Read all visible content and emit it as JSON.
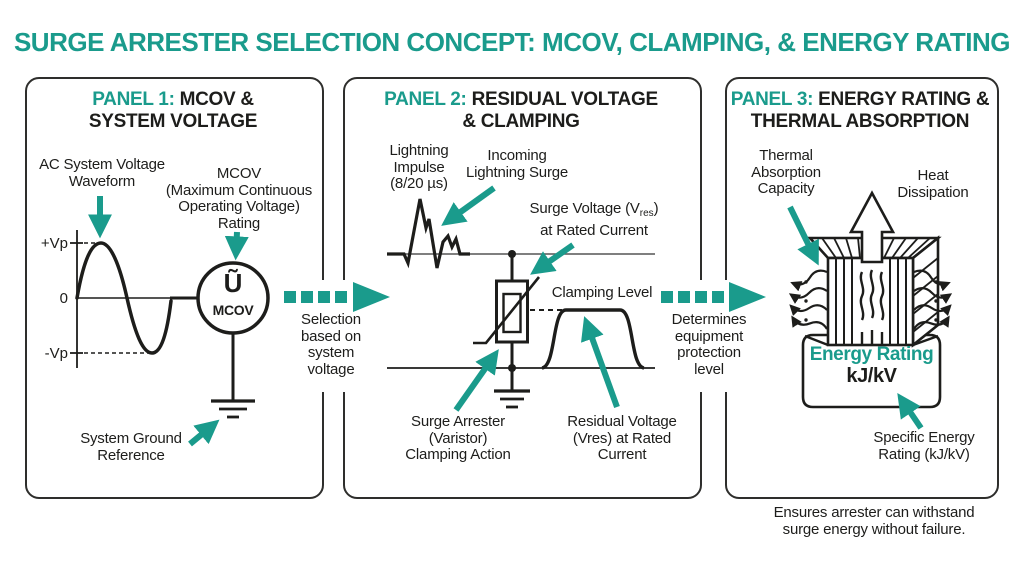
{
  "title": "SURGE ARRESTER SELECTION CONCEPT: MCOV, CLAMPING, & ENERGY RATING",
  "colors": {
    "accent_teal": "#1a9b8c",
    "ink": "#1d1d1b"
  },
  "panels": {
    "p1": {
      "tag": "PANEL 1:",
      "heading_rest": "MCOV &",
      "heading_line2": "SYSTEM VOLTAGE",
      "ac": [
        "AC System Voltage",
        "Waveform"
      ],
      "mcov": [
        "MCOV",
        "(Maximum Continuous",
        "Operating Voltage)",
        "Rating"
      ],
      "axis": {
        "plus": "+Vp",
        "zero": "0",
        "minus": "-Vp"
      },
      "symbol": {
        "u": "Ũ",
        "name": "MCOV"
      },
      "ground": [
        "System Ground",
        "Reference"
      ]
    },
    "p2": {
      "tag": "PANEL 2:",
      "heading_rest": "RESIDUAL VOLTAGE",
      "heading_line2": "& CLAMPING",
      "impulse": [
        "Lightning",
        "Impulse",
        "(8/20 µs)"
      ],
      "incoming": [
        "Incoming",
        "Lightning Surge"
      ],
      "surge_voltage": {
        "pre": "Surge Voltage (V",
        "sub": "res",
        "post": ")",
        "line2": "at Rated Current"
      },
      "clamping_level": "Clamping Level",
      "arrester": [
        "Surge Arrester",
        "(Varistor)",
        "Clamping Action"
      ],
      "residual": [
        "Residual Voltage",
        "(Vres) at Rated",
        "Current"
      ]
    },
    "p3": {
      "tag": "PANEL 3:",
      "heading_rest": "ENERGY RATING &",
      "heading_line2": "THERMAL ABSORPTION",
      "thermal": [
        "Thermal",
        "Absorption",
        "Capacity"
      ],
      "heat": [
        "Heat",
        "Dissipation"
      ],
      "energy_rating": "Energy Rating",
      "energy_unit": "kJ/kV",
      "specific": [
        "Specific Energy",
        "Rating (kJ/kV)"
      ]
    }
  },
  "connectors": {
    "c1": [
      "Selection",
      "based on",
      "system",
      "voltage"
    ],
    "c2": [
      "Determines",
      "equipment",
      "protection",
      "level"
    ]
  },
  "footnote": [
    "Ensures arrester can withstand",
    "surge energy without failure."
  ]
}
